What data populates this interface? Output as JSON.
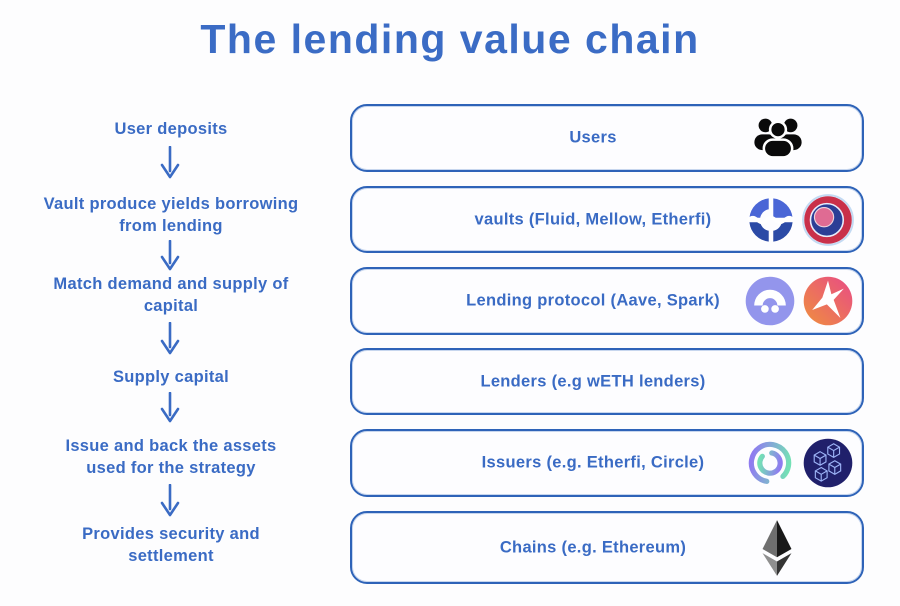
{
  "title": "The lending value chain",
  "flow": {
    "steps": [
      {
        "left_label": "User deposits",
        "box_label": "Users",
        "icons": [
          "users-group-icon"
        ]
      },
      {
        "left_label": "Vault produce yields borrowing\nfrom lending",
        "box_label": "vaults (Fluid, Mellow, Etherfi)",
        "icons": [
          "fluid-icon",
          "mellow-icon"
        ]
      },
      {
        "left_label": "Match demand and supply of\ncapital",
        "box_label": "Lending protocol (Aave, Spark)",
        "icons": [
          "aave-icon",
          "spark-icon"
        ]
      },
      {
        "left_label": "Supply capital",
        "box_label": "Lenders (e.g wETH lenders)",
        "icons": []
      },
      {
        "left_label": "Issue and back the assets\nused for the strategy",
        "box_label": "Issuers (e.g. Etherfi, Circle)",
        "icons": [
          "circle-icon",
          "etherfi-icon"
        ]
      },
      {
        "left_label": "Provides security and\nsettlement",
        "box_label": "Chains (e.g. Ethereum)",
        "icons": [
          "ethereum-icon"
        ]
      }
    ]
  },
  "colors": {
    "text_blue": "#3a6bc4",
    "title_blue": "#3b6cc5",
    "box_border_blue": "#2e63b8",
    "users_black": "#0a0a0a",
    "fluid_blue_light": "#4a66d6",
    "fluid_blue_dark": "#2b4aa6",
    "mellow_red": "#c9304a",
    "mellow_navy": "#2c3e96",
    "mellow_pink": "#df6b93",
    "aave_purple": "#9395ec",
    "spark_orange": "#ef8f3e",
    "spark_pink": "#e84b86",
    "circle_mint": "#74e0b6",
    "circle_purple": "#8f7cf0",
    "etherfi_navy": "#20206b",
    "etherfi_wire_blue": "#9db4f7",
    "eth_gray_top_left": "#6f6f6f",
    "eth_black_top_right": "#191919",
    "eth_gray_bottom_left": "#8f8f8f",
    "eth_gray_bottom_right": "#343434"
  }
}
